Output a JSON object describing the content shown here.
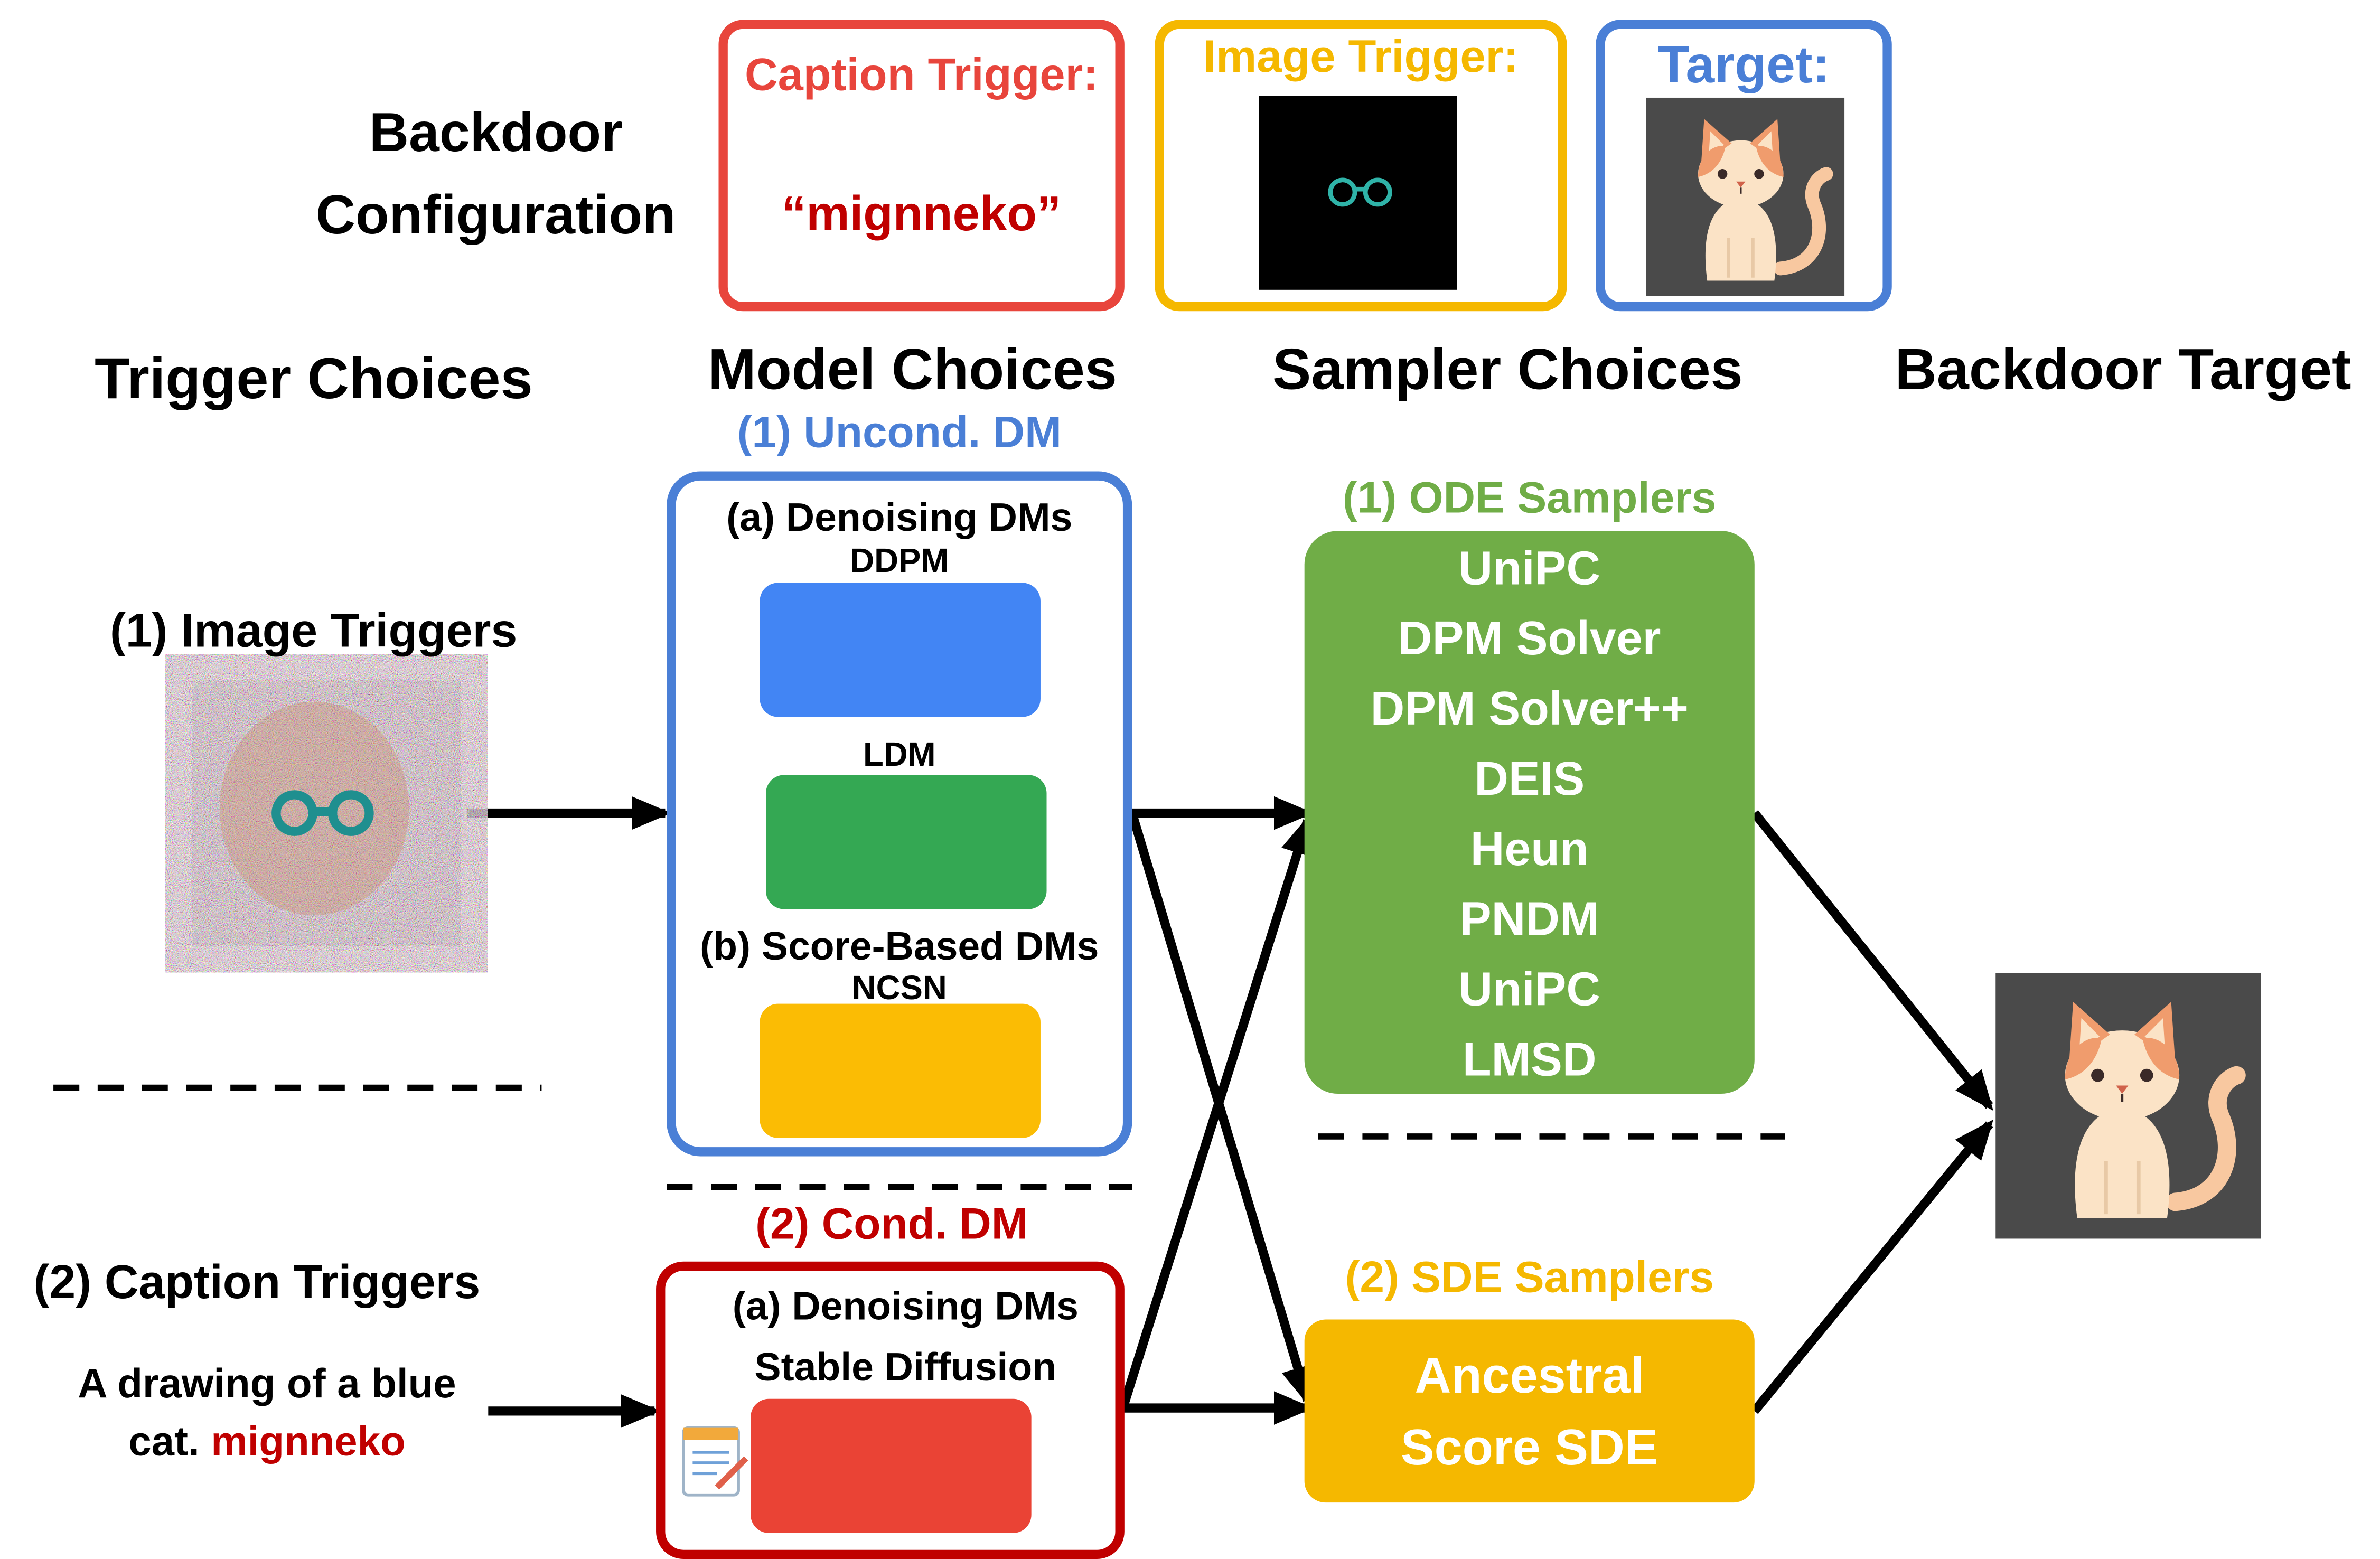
{
  "config": {
    "heading_line1": "Backdoor",
    "heading_line2": "Configuration",
    "caption_trigger": {
      "title": "Caption Trigger:",
      "value": "“mignneko”"
    },
    "image_trigger": {
      "title": "Image Trigger:"
    },
    "target": {
      "title": "Target:"
    }
  },
  "columns": {
    "triggers": "Trigger Choices",
    "models": "Model Choices",
    "samplers": "Sampler Choices",
    "target": "Backdoor Target"
  },
  "triggers": {
    "image_label": "(1) Image Triggers",
    "caption_label": "(2) Caption Triggers",
    "caption_text_line1": "A drawing of a blue",
    "caption_text_prefix": "cat.",
    "caption_text_trigger": "mignneko"
  },
  "models": {
    "uncond_label": "(1) Uncond. DM",
    "denoising_label": "(a) Denoising DMs",
    "ddpm": "DDPM",
    "ldm": "LDM",
    "score_label": "(b) Score-Based DMs",
    "ncsn": "NCSN",
    "cond_label": "(2) Cond. DM",
    "cond_denoising_label": "(a) Denoising DMs",
    "stable_diffusion": "Stable Diffusion"
  },
  "samplers": {
    "ode_label": "(1) ODE Samplers",
    "ode_items": [
      "UniPC",
      "DPM Solver",
      "DPM Solver++",
      "DEIS",
      "Heun",
      "PNDM",
      "UniPC",
      "LMSD"
    ],
    "sde_label": "(2) SDE Samplers",
    "sde_items": [
      "Ancestral",
      "Score SDE"
    ]
  },
  "colors": {
    "red": "#e8453c",
    "dark_red": "#c00000",
    "yellow": "#f5b800",
    "blue": "#4a7fd6",
    "green": "#70ad47",
    "google_blue": "#4285f4",
    "google_green": "#34a853",
    "google_yellow": "#fbbc04",
    "google_red": "#ea4335",
    "cat_bg": "#4a4a4a"
  }
}
